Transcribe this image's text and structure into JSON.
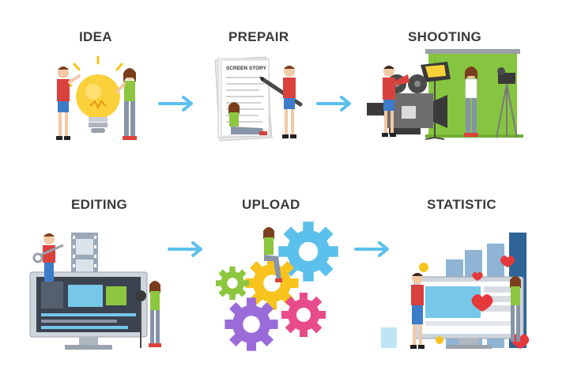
{
  "steps": [
    {
      "id": "idea",
      "label": "IDEA"
    },
    {
      "id": "prepair",
      "label": "PREPAIR",
      "paper_text": "SCREEN STORY"
    },
    {
      "id": "shooting",
      "label": "SHOOTING"
    },
    {
      "id": "editing",
      "label": "EDITING"
    },
    {
      "id": "upload",
      "label": "UPLOAD"
    },
    {
      "id": "statistic",
      "label": "STATISTIC"
    }
  ],
  "arrow_color": "#5bc0eb"
}
